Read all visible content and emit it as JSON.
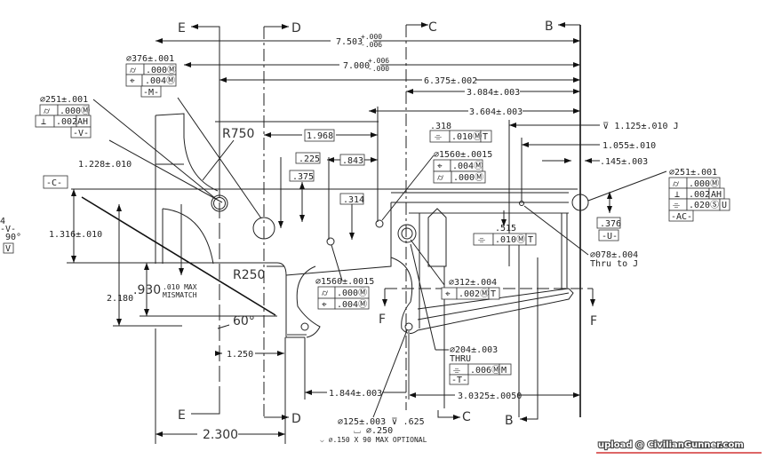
{
  "sections": {
    "E": "E",
    "D": "D",
    "C": "C",
    "B": "B",
    "F": "F"
  },
  "dims": {
    "d7503": "7.503",
    "d7503_plus": "+.000",
    "d7503_minus": "-.006",
    "d7000": "7.000",
    "d7000_plus": "+.006",
    "d7000_minus": "-.000",
    "d6375": "6.375±.002",
    "d3084": "3.084±.003",
    "d3604": "3.604±.003",
    "d1125": "⊽ 1.125±.010  J",
    "d1055": "1.055±.010",
    "d145": ".145±.003",
    "d1228": "1.228±.010",
    "d1316": "1.316±.010",
    "r750": "R750",
    "r250": "R250",
    "d1968": "1.968",
    "d225": ".225",
    "d843": ".843",
    "d375": ".375",
    "d314": ".314",
    "d318": ".318",
    "d515": ".515",
    "d376": ".376",
    "d2180": "2.180",
    "d930": ".930",
    "mismatch1": ".010 MAX",
    "mismatch2": "MISMATCH",
    "a60": "60°",
    "d1250": "1.250",
    "d2300": "2.300",
    "d1844": "1.844±.003",
    "d30325": "3.0325±.0050"
  },
  "datums": {
    "C": "-C-",
    "M": "-M-",
    "V": "-V-",
    "AC": "-AC-",
    "U": "-U-",
    "T": "-T-"
  },
  "callouts": {
    "hole376": {
      "size": "⌀376±.001",
      "r1": [
        "⌭",
        ".000Ⓜ"
      ],
      "r2": [
        "⌖",
        ".004Ⓜ"
      ]
    },
    "hole251_left": {
      "size": "⌀251±.001",
      "r1": [
        "⌭",
        ".000Ⓜ"
      ],
      "r2": [
        "⊥",
        ".002",
        "AH"
      ]
    },
    "hole251_right": {
      "size": "⌀251±.001",
      "r1": [
        "⌭",
        ".000Ⓜ"
      ],
      "r2": [
        "⊥",
        ".002",
        "AH"
      ],
      "r3": [
        "⌯",
        ".020Ⓢ",
        "U"
      ]
    },
    "hole1560_top": {
      "size": "⌀1560±.0015",
      "r1": [
        "⌖",
        ".004Ⓜ"
      ],
      "r2": [
        "⌭",
        ".000Ⓜ"
      ]
    },
    "hole1560_low": {
      "size": "⌀1560±.0015",
      "r1": [
        "⌭",
        ".000Ⓜ"
      ],
      "r2": [
        "⌖",
        ".004Ⓜ"
      ]
    },
    "sym318": [
      "⌯",
      ".010Ⓜ",
      "T"
    ],
    "sym515": [
      "⌯",
      ".010Ⓜ",
      "T"
    ],
    "hole312": {
      "size": "⌀312±.004",
      "r1": [
        "⌖",
        ".002Ⓜ",
        "T"
      ]
    },
    "hole204": {
      "size": "⌀204±.003",
      "note": "THRU",
      "r1": [
        "⌯",
        ".006Ⓜ",
        "M"
      ]
    },
    "hole078": {
      "size": "⌀078±.004",
      "note": "Thru to J"
    },
    "hole125": {
      "line1": "⌀125±.003 ⊽ .625",
      "line2": "⌴ ⌀.250",
      "line3": "⌵ ⌀.150 X 90 MAX OPTIONAL"
    },
    "edge_left": {
      "l1": "4",
      "l2": "-V-",
      "l3": "90°",
      "l4": "V"
    }
  },
  "watermark": "upload @ CivilianGunner.com"
}
